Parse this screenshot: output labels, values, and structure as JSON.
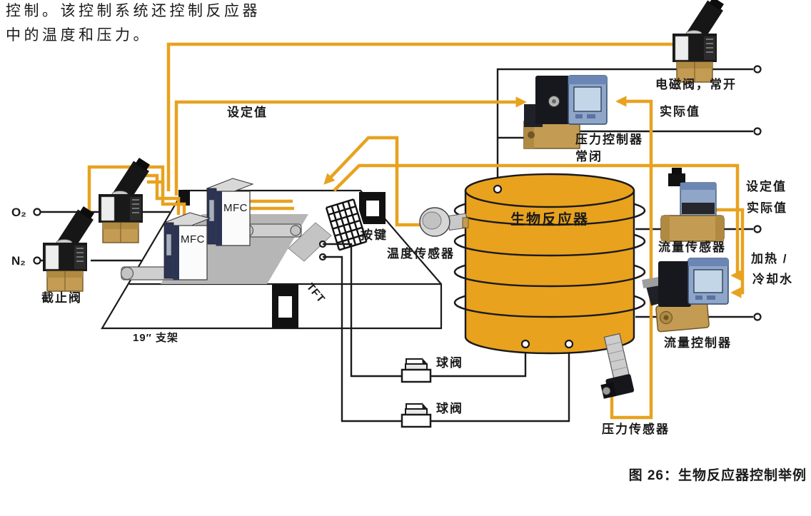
{
  "intro": {
    "line1": "控制。该控制系统还控制反应器",
    "line2": "中的温度和压力。"
  },
  "gas": {
    "o2": "O₂",
    "n2": "N₂",
    "shutoff_valve": "截止阀"
  },
  "rack": {
    "mfc_back": "MFC",
    "mfc_front": "MFC",
    "keys": "按键",
    "tft": "TFT",
    "frame": "19″ 支架"
  },
  "signals": {
    "setpoint_left": "设定值",
    "actual_left": "实际值",
    "setpoint_right": "设定值",
    "actual_right": "实际值"
  },
  "reactor": {
    "title": "生物反应器",
    "temp_sensor": "温度传感器",
    "pressure_sensor": "压力传感器"
  },
  "devices": {
    "solenoid_no": "电磁阀，常开",
    "pressure_controller": "压力控制器",
    "pressure_controller_nc": "常闭",
    "flow_sensor": "流量传感器",
    "flow_controller": "流量控制器",
    "ball_valve_upper": "球阀",
    "ball_valve_lower": "球阀"
  },
  "water": {
    "line1": "加热 /",
    "line2": "冷却水"
  },
  "caption": "图 26：生物反应器控制举例",
  "colors": {
    "signal": "#E8A21F",
    "reactor": "#E8A21E",
    "line": "#1A1A1A",
    "brass": "#C49B52",
    "display_blue": "#8FA6C8"
  }
}
